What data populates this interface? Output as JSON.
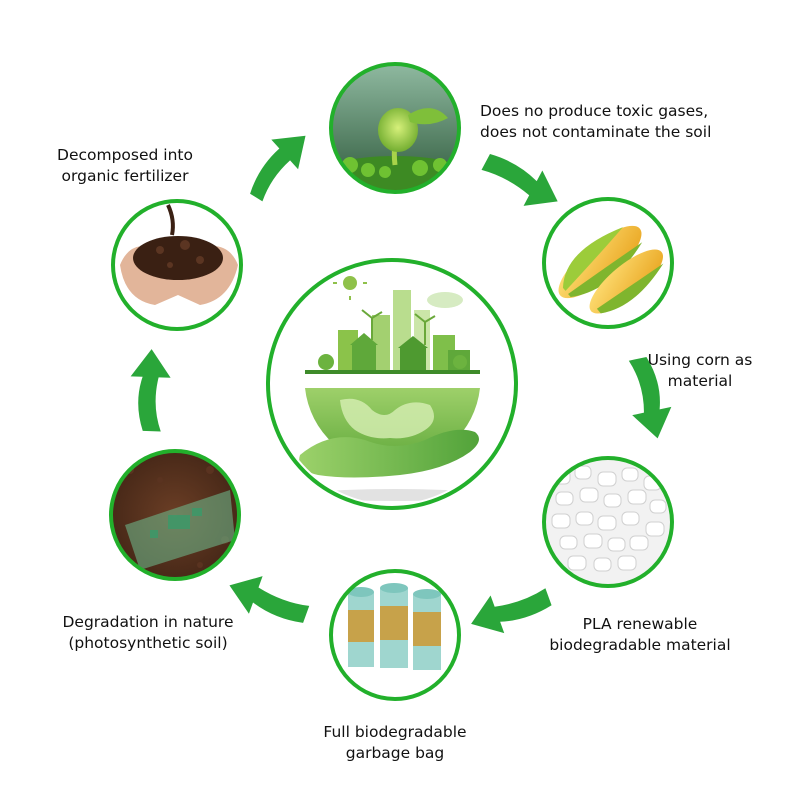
{
  "colors": {
    "ring": "#22b02b",
    "arrow": "#2aa63a",
    "text": "#111111"
  },
  "stages": [
    {
      "id": "seedling",
      "icon": "seedling-photo",
      "lines": [
        "Does no produce toxic gases,",
        "does not contaminate the soil"
      ]
    },
    {
      "id": "corn",
      "icon": "corn-photo",
      "lines": [
        "Using corn as",
        "material"
      ]
    },
    {
      "id": "pla",
      "icon": "pla-pellets-photo",
      "lines": [
        "PLA renewable",
        "biodegradable material"
      ]
    },
    {
      "id": "bags",
      "icon": "garbage-bag-rolls-photo",
      "lines": [
        "Full biodegradable",
        "garbage bag"
      ]
    },
    {
      "id": "soil-degradation",
      "icon": "buried-bag-in-soil-photo",
      "lines": [
        "Degradation in nature",
        "(photosynthetic soil)"
      ]
    },
    {
      "id": "fertilizer",
      "icon": "hands-holding-soil-photo",
      "lines": [
        "Decomposed into",
        "organic fertilizer"
      ]
    }
  ],
  "center": {
    "icon": "green-city-on-globe-in-hand-illustration"
  }
}
